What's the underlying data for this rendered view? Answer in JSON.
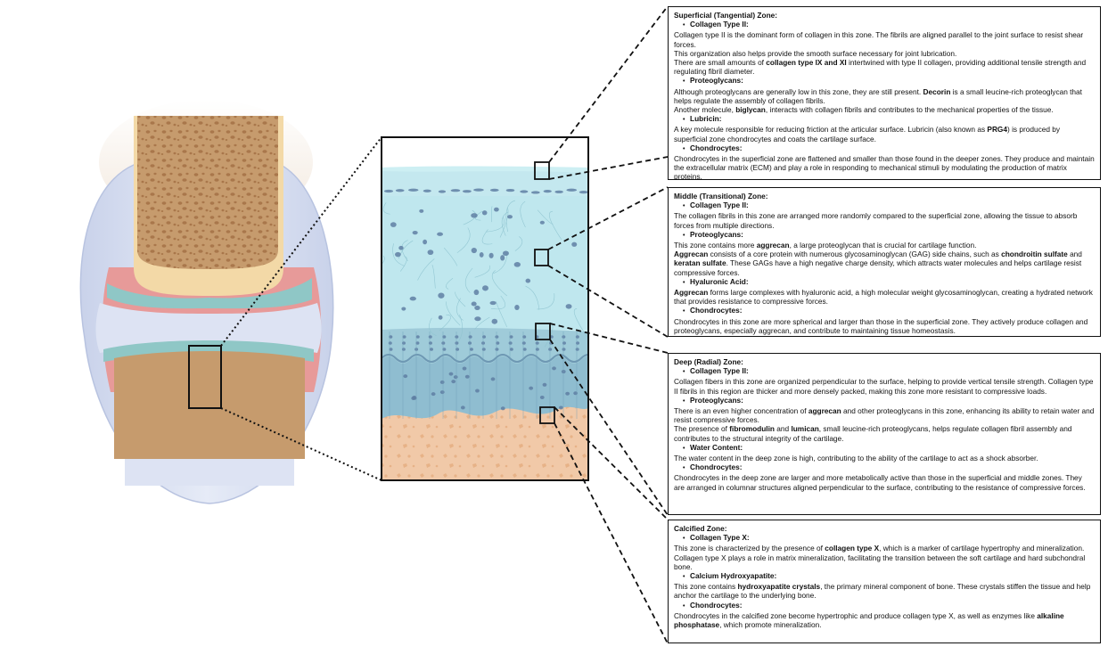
{
  "colors": {
    "bone": "#c69b6d",
    "cartilage_pink": "#efc9ae",
    "cartilage_blue": "#bfe7ee",
    "deep_blue": "#9fcbd9",
    "synovium": "#e79a99",
    "capsule": "#dde3f3",
    "cell": "#5f7fa3"
  },
  "zones": [
    {
      "title": "Superficial (Tangential) Zone:",
      "sections": [
        {
          "heading": "Collagen Type II:",
          "paragraphs": [
            [
              {
                "t": "Collagen type II is the dominant form of collagen in this zone. The fibrils are aligned parallel to the joint surface to resist shear forces."
              }
            ],
            [
              {
                "t": "This organization also helps provide the smooth surface necessary for joint lubrication."
              }
            ],
            [
              {
                "t": "There are small amounts of "
              },
              {
                "t": "collagen type IX and XI",
                "b": true
              },
              {
                "t": " intertwined with type II collagen, providing additional tensile strength and regulating fibril diameter."
              }
            ]
          ]
        },
        {
          "heading": "Proteoglycans:",
          "paragraphs": [
            [
              {
                "t": "Although proteoglycans are generally low in this zone, they are still present. "
              },
              {
                "t": "Decorin",
                "b": true
              },
              {
                "t": " is a small leucine-rich proteoglycan that helps regulate the assembly of collagen fibrils."
              }
            ],
            [
              {
                "t": "Another molecule, "
              },
              {
                "t": "biglycan",
                "b": true
              },
              {
                "t": ", interacts with collagen fibrils and contributes to the mechanical properties of the tissue."
              }
            ]
          ]
        },
        {
          "heading": "Lubricin:",
          "paragraphs": [
            [
              {
                "t": "A key molecule responsible for reducing friction at the articular surface. Lubricin (also known as "
              },
              {
                "t": "PRG4",
                "b": true
              },
              {
                "t": ") is produced by superficial zone chondrocytes and coats the cartilage surface."
              }
            ]
          ]
        },
        {
          "heading": "Chondrocytes:",
          "paragraphs": [
            [
              {
                "t": "Chondrocytes in the superficial zone are flattened and smaller than those found in the deeper zones. They produce and maintain the extracellular matrix (ECM) and play a role in responding to mechanical stimuli by modulating the production of matrix proteins."
              }
            ]
          ]
        }
      ]
    },
    {
      "title": "Middle (Transitional) Zone:",
      "sections": [
        {
          "heading": "Collagen Type II:",
          "paragraphs": [
            [
              {
                "t": "The collagen fibrils in this zone are arranged more randomly compared to the superficial zone, allowing the tissue to absorb forces from multiple directions."
              }
            ]
          ]
        },
        {
          "heading": "Proteoglycans:",
          "paragraphs": [
            [
              {
                "t": "This zone contains more "
              },
              {
                "t": "aggrecan",
                "b": true
              },
              {
                "t": ", a large proteoglycan that is crucial for cartilage function."
              }
            ],
            [
              {
                "t": "Aggrecan",
                "b": true
              },
              {
                "t": " consists of a core protein with numerous glycosaminoglycan (GAG) side chains, such as "
              },
              {
                "t": "chondroitin sulfate",
                "b": true
              },
              {
                "t": " and "
              },
              {
                "t": "keratan sulfate",
                "b": true
              },
              {
                "t": ". These GAGs have a high negative charge density, which attracts water molecules and helps cartilage resist compressive forces."
              }
            ]
          ]
        },
        {
          "heading": "Hyaluronic Acid:",
          "paragraphs": [
            [
              {
                "t": "Aggrecan",
                "b": true
              },
              {
                "t": " forms large complexes with hyaluronic acid, a high molecular weight glycosaminoglycan, creating a hydrated network that provides resistance to compressive forces."
              }
            ]
          ]
        },
        {
          "heading": "Chondrocytes:",
          "paragraphs": [
            [
              {
                "t": "Chondrocytes in this zone are more spherical and larger than those in the superficial zone. They actively produce collagen and proteoglycans, especially aggrecan, and contribute to maintaining tissue homeostasis."
              }
            ]
          ]
        }
      ]
    },
    {
      "title": "Deep (Radial) Zone:",
      "sections": [
        {
          "heading": "Collagen Type II:",
          "paragraphs": [
            [
              {
                "t": "Collagen fibers in this zone are organized perpendicular to the surface, helping to provide vertical tensile strength. Collagen type II fibrils in this region are thicker and more densely packed, making this zone more resistant to compressive loads."
              }
            ]
          ]
        },
        {
          "heading": "Proteoglycans:",
          "paragraphs": [
            [
              {
                "t": "There is an even higher concentration of "
              },
              {
                "t": "aggrecan",
                "b": true
              },
              {
                "t": " and other proteoglycans in this zone, enhancing its ability to retain water and resist compressive forces."
              }
            ],
            [
              {
                "t": "The presence of "
              },
              {
                "t": "fibromodulin",
                "b": true
              },
              {
                "t": " and "
              },
              {
                "t": "lumican",
                "b": true
              },
              {
                "t": ", small leucine-rich proteoglycans, helps regulate collagen fibril assembly and contributes to the structural integrity of the cartilage."
              }
            ]
          ]
        },
        {
          "heading": "Water Content:",
          "paragraphs": [
            [
              {
                "t": "The water content in the deep zone is high, contributing to the ability of the cartilage to act as a shock absorber."
              }
            ]
          ]
        },
        {
          "heading": "Chondrocytes:",
          "paragraphs": [
            [
              {
                "t": "Chondrocytes in the deep zone are larger and more metabolically active than those in the superficial and middle zones. They are arranged in columnar structures aligned perpendicular to the surface, contributing to the resistance of compressive forces."
              }
            ]
          ]
        }
      ]
    },
    {
      "title": "Calcified Zone:",
      "sections": [
        {
          "heading": "Collagen Type X:",
          "paragraphs": [
            [
              {
                "t": "This zone is characterized by the presence of "
              },
              {
                "t": "collagen type X",
                "b": true
              },
              {
                "t": ", which is a marker of cartilage hypertrophy and mineralization."
              }
            ],
            [
              {
                "t": "Collagen type X plays a role in matrix mineralization, facilitating the transition between the soft cartilage and hard subchondral bone."
              }
            ]
          ]
        },
        {
          "heading": "Calcium Hydroxyapatite:",
          "paragraphs": [
            [
              {
                "t": "This zone contains "
              },
              {
                "t": "hydroxyapatite crystals",
                "b": true
              },
              {
                "t": ", the primary mineral component of bone. These crystals stiffen the tissue and help anchor the cartilage to the underlying bone."
              }
            ]
          ]
        },
        {
          "heading": "Chondrocytes:",
          "paragraphs": [
            [
              {
                "t": "Chondrocytes in the calcified zone become hypertrophic and produce collagen type X, as well as enzymes like "
              },
              {
                "t": "alkaline phosphatase",
                "b": true
              },
              {
                "t": ", which promote mineralization."
              }
            ]
          ]
        }
      ]
    }
  ]
}
